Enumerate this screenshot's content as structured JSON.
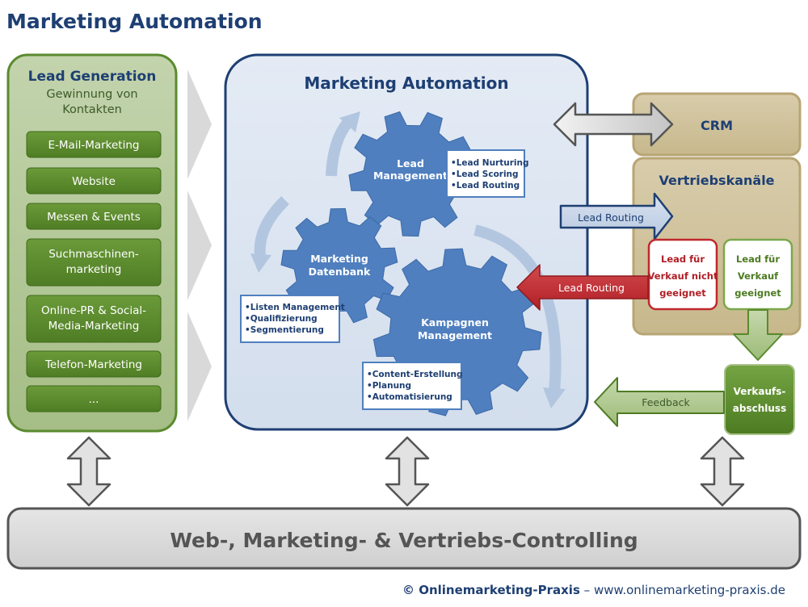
{
  "title": "Marketing Automation",
  "lead_generation": {
    "title": "Lead Generation",
    "subtitle_line1": "Gewinnung von",
    "subtitle_line2": "Kontakten",
    "items": [
      {
        "line1": "E-Mail-Marketing",
        "line2": ""
      },
      {
        "line1": "Website",
        "line2": ""
      },
      {
        "line1": "Messen & Events",
        "line2": ""
      },
      {
        "line1": "Suchmaschinen-",
        "line2": "marketing"
      },
      {
        "line1": "Online-PR & Social-",
        "line2": "Media-Marketing"
      },
      {
        "line1": "Telefon-Marketing",
        "line2": ""
      },
      {
        "line1": "...",
        "line2": ""
      }
    ]
  },
  "automation": {
    "title": "Marketing Automation",
    "gears": {
      "lead": {
        "line1": "Lead",
        "line2": "Management"
      },
      "datenbank": {
        "line1": "Marketing",
        "line2": "Datenbank"
      },
      "kampagnen": {
        "line1": "Kampagnen",
        "line2": "Management"
      }
    },
    "lists": {
      "lead": [
        "•Lead Nurturing",
        "•Lead Scoring",
        "•Lead Routing"
      ],
      "datenbank": [
        "•Listen Management",
        "•Qualifizierung",
        "•Segmentierung"
      ],
      "kampagnen": [
        "•Content-Erstellung",
        "•Planung",
        "•Automatisierung"
      ]
    }
  },
  "crm": {
    "label": "CRM"
  },
  "vertrieb": {
    "title": "Vertriebskanäle",
    "not_suited": [
      "Lead für",
      "Verkauf nicht",
      "geeignet"
    ],
    "suited": [
      "Lead für",
      "Verkauf",
      "geeignet"
    ]
  },
  "arrows": {
    "lead_routing_out": "Lead Routing",
    "lead_routing_back": "Lead Routing",
    "feedback": "Feedback"
  },
  "verkauf": {
    "line1": "Verkaufs-",
    "line2": "abschluss"
  },
  "controlling": "Web-, Marketing- & Vertriebs-Controlling",
  "footer": {
    "copyright": "© Onlinemarketing-Praxis",
    "separator": " – ",
    "url": "www.onlinemarketing-praxis.de"
  },
  "colors": {
    "title_blue": "#1e3f73",
    "green_dark": "#5a8a2e",
    "green_light": "#a9c18a",
    "blue_gear": "#4f7fbf",
    "blue_panel": "#dfe7f3",
    "tan": "#cfc29a",
    "tan_dark": "#b7a574",
    "red": "#c0282e",
    "gray": "#d6d6d6"
  }
}
